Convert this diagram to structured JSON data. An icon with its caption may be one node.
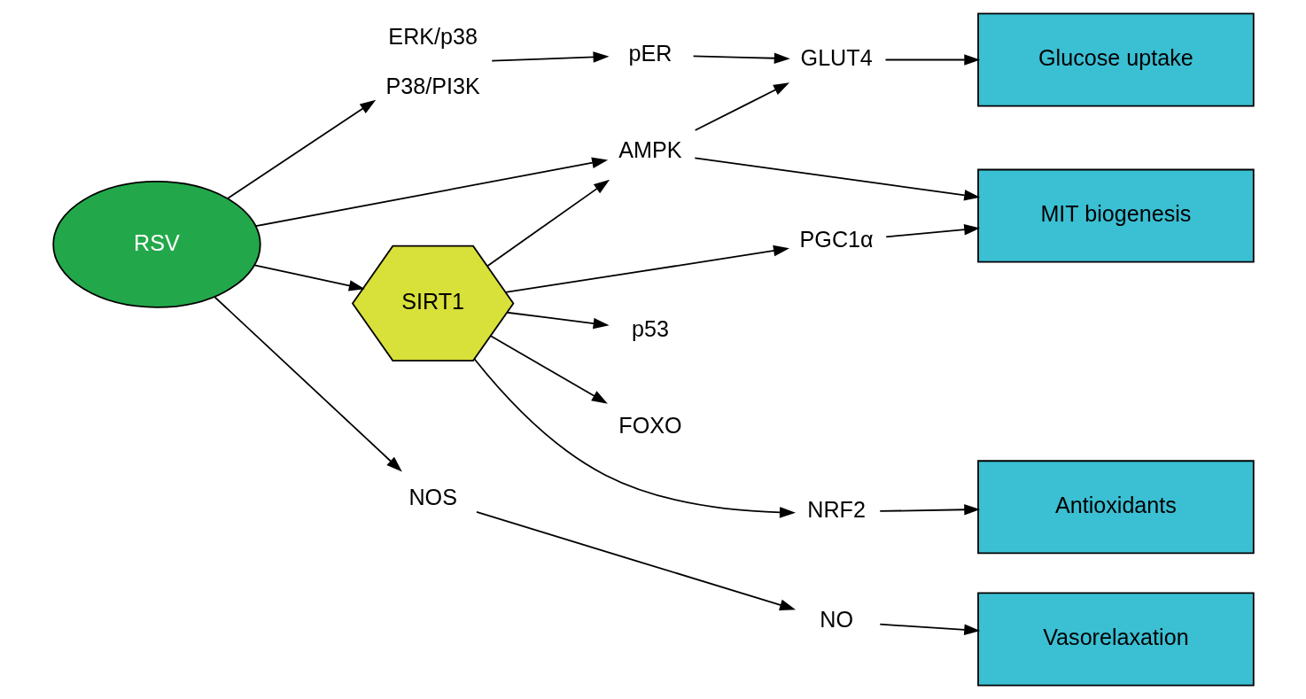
{
  "diagram": {
    "nodes": [
      {
        "text": [
          "RSV"
        ]
      },
      {
        "text": [
          "ERK/p38",
          "P38/PI3K"
        ]
      },
      {
        "text": [
          "pER"
        ]
      },
      {
        "text": [
          "GLUT4"
        ]
      },
      {
        "text": [
          "Glucose uptake"
        ]
      },
      {
        "text": [
          "AMPK"
        ]
      },
      {
        "text": [
          "MIT biogenesis"
        ]
      },
      {
        "text": [
          "SIRT1"
        ]
      },
      {
        "text": [
          "PGC1α"
        ]
      },
      {
        "text": [
          "p53"
        ]
      },
      {
        "text": [
          "FOXO"
        ]
      },
      {
        "text": [
          "NRF2"
        ]
      },
      {
        "text": [
          "Antioxidants"
        ]
      },
      {
        "text": [
          "NOS"
        ]
      },
      {
        "text": [
          "NO"
        ]
      },
      {
        "text": [
          "Vasorelaxation"
        ]
      }
    ],
    "edges": [
      {
        "from": 0,
        "to": 1,
        "arrow": "to"
      },
      {
        "from": 1,
        "to": 2,
        "arrow": "to"
      },
      {
        "from": 2,
        "to": 3,
        "arrow": "to"
      },
      {
        "from": 3,
        "to": 4,
        "arrow": "to"
      },
      {
        "from": 0,
        "to": 5,
        "arrow": "to"
      },
      {
        "from": 5,
        "to": 3,
        "arrow": "to"
      },
      {
        "from": 5,
        "to": 6,
        "arrow": "to"
      },
      {
        "from": 0,
        "to": 7,
        "arrow": "to"
      },
      {
        "from": 7,
        "to": 5,
        "arrow": "to"
      },
      {
        "from": 7,
        "to": 8,
        "arrow": "to"
      },
      {
        "from": 7,
        "to": 9,
        "arrow": "to"
      },
      {
        "from": 7,
        "to": 10,
        "arrow": "to"
      },
      {
        "from": 7,
        "to": 11,
        "arrow": "to"
      },
      {
        "from": 8,
        "to": 6,
        "arrow": "to"
      },
      {
        "from": 11,
        "to": 12,
        "arrow": "to"
      },
      {
        "from": 0,
        "to": 13,
        "arrow": "to"
      },
      {
        "from": 13,
        "to": 14,
        "arrow": "to"
      },
      {
        "from": 14,
        "to": 15,
        "arrow": "to"
      }
    ]
  }
}
